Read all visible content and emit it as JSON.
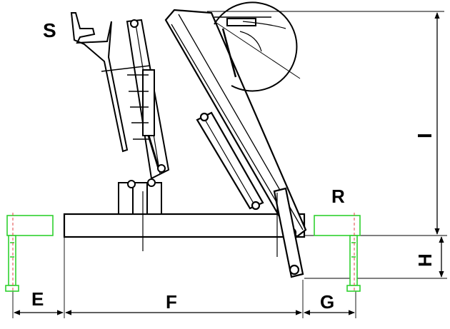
{
  "labels": {
    "s": "S",
    "r": "R",
    "i": "I",
    "h": "H",
    "e": "E",
    "f": "F",
    "g": "G"
  },
  "colors": {
    "line": "#000000",
    "outrigger": "#2fd12f",
    "centerline": "#e03030",
    "background": "#ffffff"
  }
}
